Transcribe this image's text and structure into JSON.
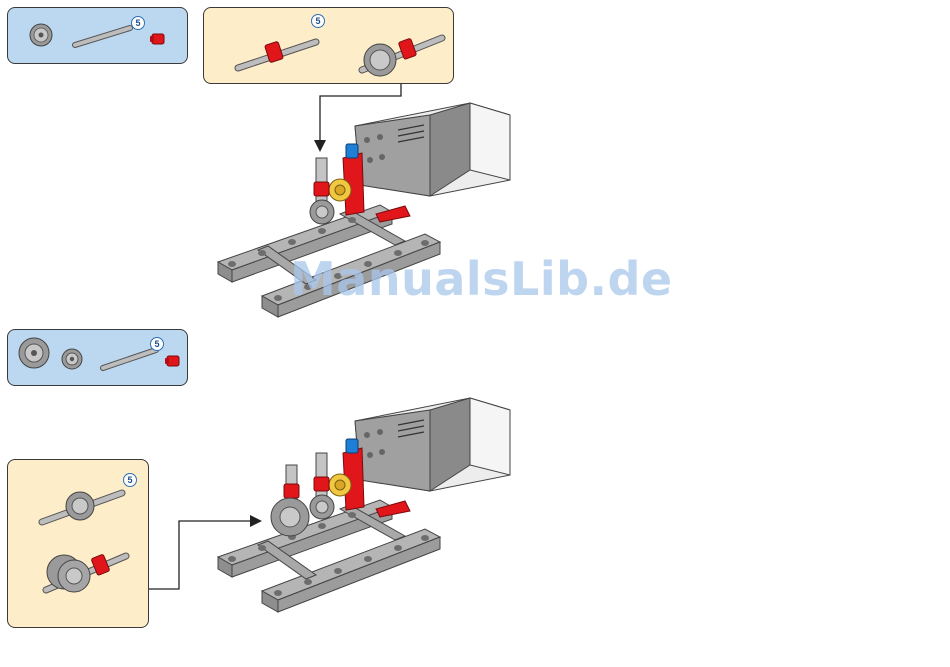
{
  "callouts": {
    "top_parts_qty": "5",
    "top_sub_qty": "5",
    "mid_parts_qty": "5",
    "bottom_sub_qty": "5"
  },
  "watermark": "ManualsLib.de",
  "colors": {
    "parts_panel": "#bcd8f1",
    "subassembly_panel": "#fdedc9",
    "red_part": "#e0161b",
    "gray_part": "#a9a9a9",
    "blue_part": "#1f7fd6",
    "motor_body": "#9b9b9b",
    "motor_white": "#f3f3f3",
    "yellow_gear": "#f2c842"
  }
}
